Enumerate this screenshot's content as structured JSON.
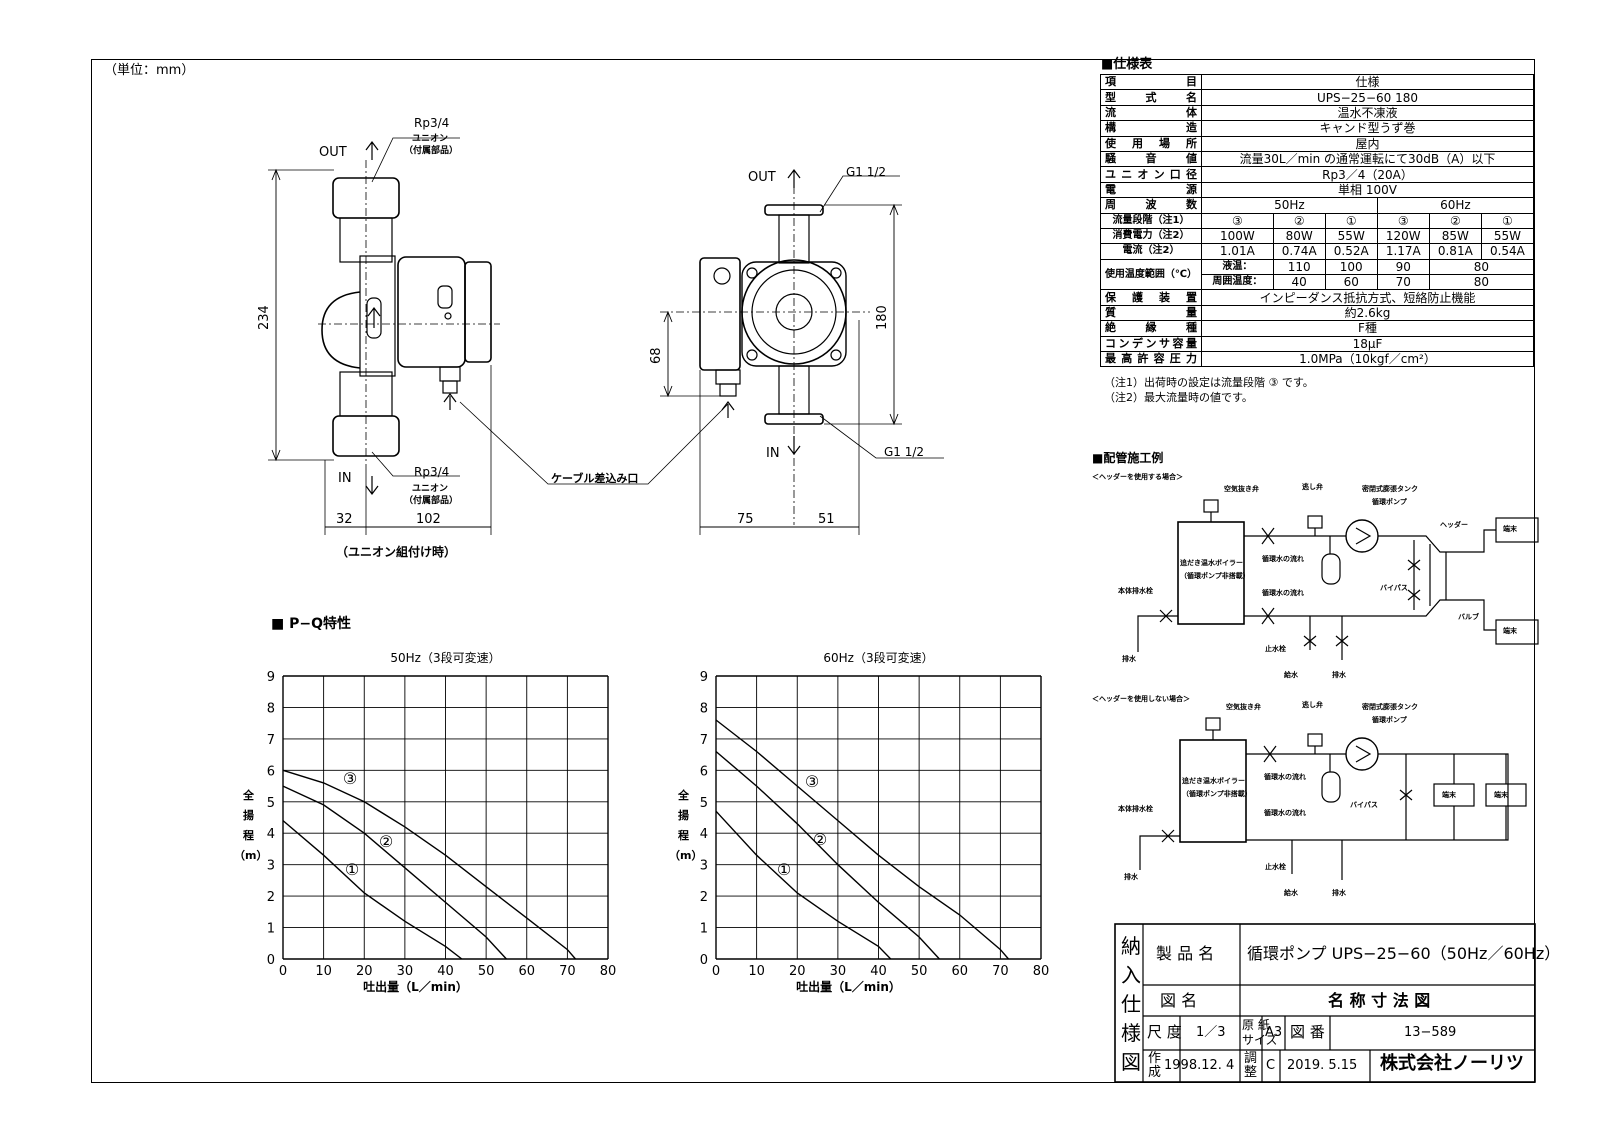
{
  "unit_note": "（単位：mm）",
  "drawing_left": {
    "out": "OUT",
    "in": "IN",
    "rp_top": "Rp3/4",
    "rp_bottom": "Rp3/4",
    "union_top_1": "ユニオン",
    "union_top_2": "（付属部品）",
    "union_bottom_1": "ユニオン",
    "union_bottom_2": "（付属部品）",
    "dim_height": "234",
    "dim_32": "32",
    "dim_102": "102",
    "caption": "（ユニオン組付け時）"
  },
  "drawing_right": {
    "out": "OUT",
    "in": "IN",
    "g_top": "G1 1/2",
    "g_bottom": "G1 1/2",
    "dim_180": "180",
    "dim_68": "68",
    "dim_75": "75",
    "dim_51": "51"
  },
  "cable_label": "ケーブル差込み口",
  "spec": {
    "heading": "■仕様表",
    "rows": [
      {
        "k": "項目",
        "v": "仕様"
      },
      {
        "k": "型式名",
        "v": "UPS−25−60 180"
      },
      {
        "k": "流体",
        "v": "温水不凍液"
      },
      {
        "k": "構造",
        "v": "キャンド型うず巻"
      },
      {
        "k": "使用場所",
        "v": "屋内"
      },
      {
        "k": "騒音値",
        "v": "流量30L／min の通常運転にて30dB（A）以下"
      },
      {
        "k": "ユニオン口径",
        "v": "Rp3／4（20A）"
      },
      {
        "k": "電源",
        "v": "単相 100V"
      }
    ],
    "freq_label": "周波数",
    "freq_50": "50Hz",
    "freq_60": "60Hz",
    "step_label": "流量段階（注1）",
    "steps": [
      "③",
      "②",
      "①",
      "③",
      "②",
      "①"
    ],
    "power_label": "消費電力（注2）",
    "power": [
      "100W",
      "80W",
      "55W",
      "120W",
      "85W",
      "55W"
    ],
    "current_label": "電流（注2）",
    "current": [
      "1.01A",
      "0.74A",
      "0.52A",
      "1.17A",
      "0.81A",
      "0.54A"
    ],
    "temp_label": "使用温度範囲（℃）",
    "liquid_label": "液温：",
    "ambient_label": "周囲温度：",
    "liquid": [
      "110",
      "100",
      "90",
      "80"
    ],
    "ambient": [
      "40",
      "60",
      "70",
      "80"
    ],
    "rows2": [
      {
        "k": "保護装置",
        "v": "インピーダンス抵抗方式、短絡防止機能"
      },
      {
        "k": "質量",
        "v": "約2.6kg"
      },
      {
        "k": "絶縁種",
        "v": "F種"
      },
      {
        "k": "コンデンサ容量",
        "v": "18μF"
      },
      {
        "k": "最高許容圧力",
        "v": "1.0MPa（10kgf／cm²）"
      }
    ],
    "notes": "（注1）出荷時の設定は流量段階 ③ です。\n（注2）最大流量時の値です。"
  },
  "piping": {
    "heading": "■配管施工例",
    "case1": "＜ヘッダーを使用する場合＞",
    "case2": "＜ヘッダーを使用しない場合＞",
    "air_valve": "空気抜き弁",
    "relief_valve": "逃し弁",
    "tank": "密閉式膨張タンク",
    "pump": "循環ポンプ",
    "header": "ヘッダー",
    "terminal": "端末",
    "boiler_1": "追だき温水ボイラー",
    "boiler_2": "（循環ポンプ非搭載）",
    "flow": "循環水の流れ",
    "drain_valve": "本体排水栓",
    "bypass": "バイパス",
    "valve": "バルブ",
    "stop_valve": "止水栓",
    "supply": "給水",
    "drain": "排水"
  },
  "pq": {
    "heading": "■ P−Q特性",
    "y_label": [
      "全",
      "揚",
      "程",
      "（m）"
    ],
    "x_label": "吐出量（L／min）"
  },
  "chart_data": [
    {
      "type": "line",
      "title": "50Hz（3段可変速）",
      "xlabel": "吐出量（L／min）",
      "ylabel": "全揚程（m）",
      "xlim": [
        0,
        80
      ],
      "ylim": [
        0,
        9
      ],
      "x_ticks": [
        "0",
        "10",
        "20",
        "30",
        "40",
        "50",
        "60",
        "70",
        "80"
      ],
      "y_ticks": [
        "0",
        "1",
        "2",
        "3",
        "4",
        "5",
        "6",
        "7",
        "8",
        "9"
      ],
      "series": [
        {
          "name": "③",
          "x": [
            0,
            10,
            20,
            30,
            40,
            50,
            60,
            70,
            72
          ],
          "y": [
            6.0,
            5.6,
            5.0,
            4.2,
            3.3,
            2.3,
            1.3,
            0.3,
            0.0
          ]
        },
        {
          "name": "②",
          "x": [
            0,
            10,
            20,
            30,
            40,
            50,
            55
          ],
          "y": [
            5.5,
            4.9,
            4.0,
            2.9,
            1.8,
            0.7,
            0.0
          ]
        },
        {
          "name": "①",
          "x": [
            0,
            10,
            20,
            30,
            40,
            44
          ],
          "y": [
            4.4,
            3.3,
            2.1,
            1.2,
            0.4,
            0.0
          ]
        }
      ]
    },
    {
      "type": "line",
      "title": "60Hz（3段可変速）",
      "xlabel": "吐出量（L／min）",
      "ylabel": "全揚程（m）",
      "xlim": [
        0,
        80
      ],
      "ylim": [
        0,
        9
      ],
      "x_ticks": [
        "0",
        "10",
        "20",
        "30",
        "40",
        "50",
        "60",
        "70",
        "80"
      ],
      "y_ticks": [
        "0",
        "1",
        "2",
        "3",
        "4",
        "5",
        "6",
        "7",
        "8",
        "9"
      ],
      "series": [
        {
          "name": "③",
          "x": [
            0,
            10,
            20,
            30,
            40,
            50,
            60,
            70,
            72
          ],
          "y": [
            7.6,
            6.6,
            5.5,
            4.4,
            3.3,
            2.3,
            1.4,
            0.3,
            0.0
          ]
        },
        {
          "name": "②",
          "x": [
            0,
            10,
            20,
            30,
            40,
            50,
            55
          ],
          "y": [
            6.6,
            5.5,
            4.3,
            3.0,
            1.8,
            0.7,
            0.0
          ]
        },
        {
          "name": "①",
          "x": [
            0,
            10,
            20,
            30,
            40,
            43
          ],
          "y": [
            4.7,
            3.3,
            2.1,
            1.2,
            0.4,
            0.0
          ]
        }
      ]
    }
  ],
  "title_block": {
    "side": [
      "納",
      "入",
      "仕",
      "様",
      "図"
    ],
    "product_label": "製 品 名",
    "product": "循環ポンプ UPS−25−60（50Hz／60Hz）",
    "drawing_label": "図 名",
    "drawing": "名 称 寸 法 図",
    "scale_label": "尺 度",
    "scale": "1／3",
    "paper_label_1": "原 紙",
    "paper_label_2": "サイズ",
    "paper": "A3",
    "number_label": "図 番",
    "number": "13−589",
    "created_label_1": "作",
    "created_label_2": "成",
    "created": "1998.12. 4",
    "adjust_label_1": "調",
    "adjust_label_2": "整",
    "rev": "C",
    "rev_date": "2019. 5.15",
    "company": "株式会社ノーリツ"
  }
}
